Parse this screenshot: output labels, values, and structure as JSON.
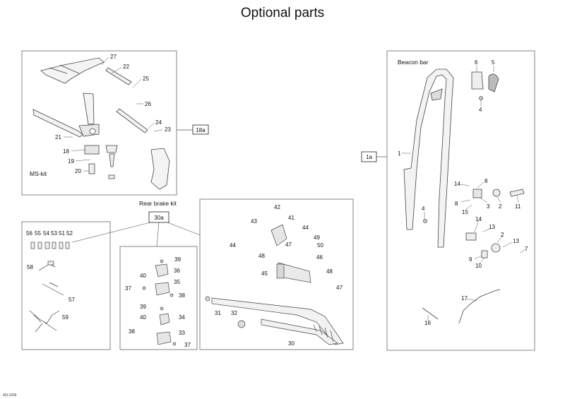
{
  "page": {
    "title": "Optional parts",
    "footer_code": "42L1509"
  },
  "panels": {
    "ms_kit": {
      "caption": "MS-kit",
      "ref_box": "18a"
    },
    "beacon_bar": {
      "caption": "Beacon bar",
      "ref_box": "1a"
    },
    "rear_brake_kit": {
      "caption": "Rear brake kit",
      "ref_box": "30a"
    }
  },
  "callouts": {
    "ms_kit": [
      "27",
      "22",
      "25",
      "26",
      "24",
      "23",
      "21",
      "18",
      "19",
      "20"
    ],
    "beacon_bar": [
      "6",
      "5",
      "4",
      "1",
      "14",
      "8",
      "8",
      "3",
      "2",
      "11",
      "15",
      "4",
      "13",
      "14",
      "2",
      "13",
      "7",
      "9",
      "10",
      "17",
      "16"
    ],
    "harness": [
      "56",
      "55",
      "54",
      "53",
      "51",
      "52",
      "58",
      "57",
      "59"
    ],
    "brake_calipers": [
      "39",
      "40",
      "36",
      "37",
      "35",
      "38",
      "39",
      "40",
      "34",
      "38",
      "33",
      "37"
    ],
    "brake_assembly": [
      "42",
      "43",
      "41",
      "44",
      "44",
      "47",
      "49",
      "50",
      "48",
      "46",
      "45",
      "48",
      "47",
      "31",
      "32",
      "30"
    ]
  }
}
